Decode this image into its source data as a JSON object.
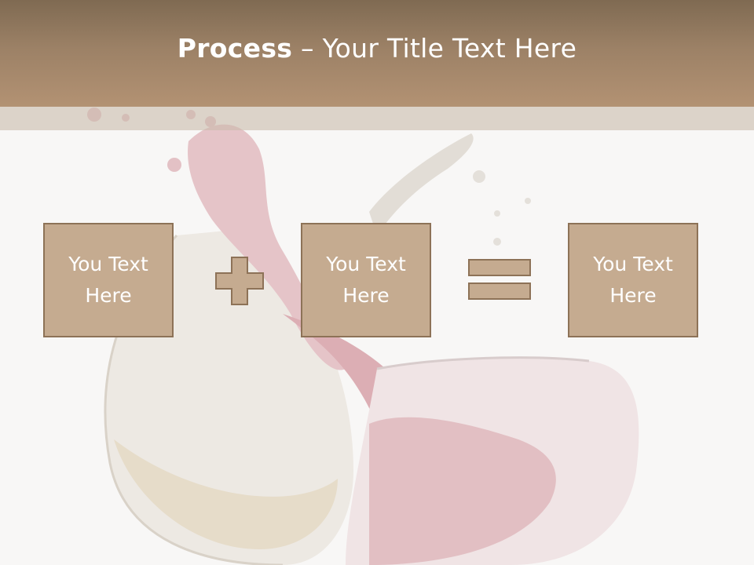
{
  "slide": {
    "title_bold": "Process",
    "title_rest": " – Your Title Text Here",
    "boxes": [
      {
        "label": "You Text Here"
      },
      {
        "label": "You Text Here"
      },
      {
        "label": "You Text Here"
      }
    ],
    "operators": [
      "plus-icon",
      "equals-icon"
    ],
    "colors": {
      "header_top": "#7f6a52",
      "header_bottom": "#b39273",
      "box_fill": "#c5ab90",
      "box_border": "#8d7257",
      "background": "#f8f7f6"
    }
  }
}
